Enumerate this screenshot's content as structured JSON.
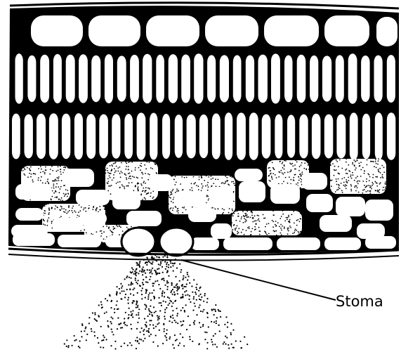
{
  "diagram": {
    "labels": {
      "stoma": "Stoma"
    },
    "colors": {
      "ink": "#000000",
      "paper": "#ffffff"
    },
    "regions": [
      "upper-epidermis",
      "palisade-mesophyll",
      "spongy-mesophyll",
      "lower-epidermis",
      "stoma",
      "diffusing-gas-stipple"
    ]
  }
}
